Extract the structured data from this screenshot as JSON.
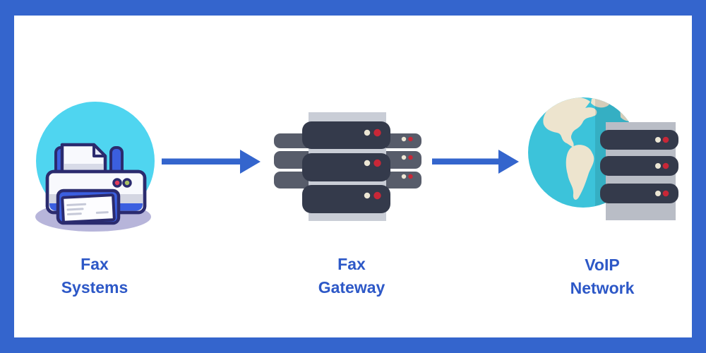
{
  "diagram": {
    "nodes": [
      {
        "id": "fax-systems",
        "label_line1": "Fax",
        "label_line2": "Systems",
        "icon": "fax-machine"
      },
      {
        "id": "fax-gateway",
        "label_line1": "Fax",
        "label_line2": "Gateway",
        "icon": "server-rack"
      },
      {
        "id": "voip-network",
        "label_line1": "VoIP",
        "label_line2": "Network",
        "icon": "globe-with-servers"
      }
    ],
    "connections": [
      {
        "from": "fax-systems",
        "to": "fax-gateway",
        "style": "solid-arrow-right"
      },
      {
        "from": "fax-gateway",
        "to": "voip-network",
        "style": "solid-arrow-right"
      }
    ]
  },
  "colors": {
    "canvas_bg": "#ffffff",
    "frame_border": "#3465cd",
    "arrow": "#3465cd",
    "label_text": "#2d58c7",
    "fax_circle_cyan": "#4fd5f0",
    "icon_outline_navy": "#2b2b6e",
    "icon_blue": "#3b5fe0",
    "icon_white": "#f8f9fd",
    "icon_gray": "#d4d6e2",
    "paper_line_gray": "#c6c9d8",
    "shadow_lavender": "#b7b5da",
    "button_red": "#e13b5a",
    "button_green": "#a9c162",
    "server_dark": "#343a4b",
    "server_bar_gray": "#575c6a",
    "rack_light_gray": "#c9cdd6",
    "slab_gray": "#b9bdc6",
    "dot_cream": "#ece6d4",
    "dot_red": "#c82737",
    "globe_teal": "#3cc3da",
    "continent_cream": "#ede4ce"
  }
}
